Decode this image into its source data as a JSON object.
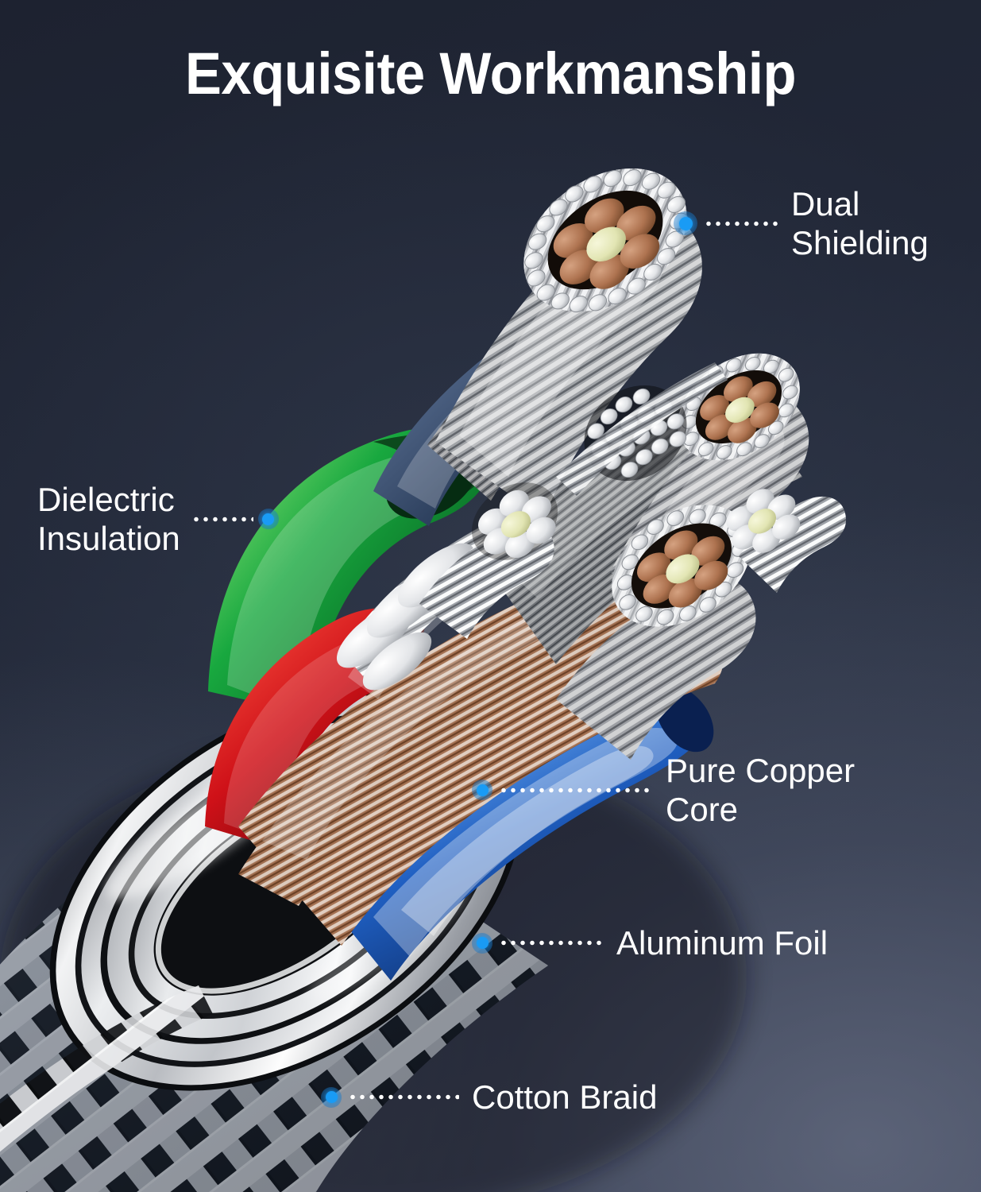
{
  "header": {
    "title": "Exquisite Workmanship"
  },
  "theme": {
    "background_dark": "#1d2230",
    "background_light": "#3b4256",
    "text_color": "#ffffff",
    "marker_color": "#199bf5",
    "marker_halo_color": "#1a78c8",
    "leader_dot_color": "#ffffff"
  },
  "callouts": [
    {
      "id": "dual-shielding",
      "label": "Dual\nShielding",
      "side": "right",
      "marker_color": "#199bf5"
    },
    {
      "id": "dielectric-insulation",
      "label": "Dielectric\nInsulation",
      "side": "left",
      "marker_color": "#199bf5"
    },
    {
      "id": "pure-copper-core",
      "label": "Pure Copper\nCore",
      "side": "right",
      "marker_color": "#199bf5"
    },
    {
      "id": "aluminum-foil",
      "label": "Aluminum Foil",
      "side": "right",
      "marker_color": "#199bf5"
    },
    {
      "id": "cotton-braid",
      "label": "Cotton Braid",
      "side": "right",
      "marker_color": "#199bf5"
    }
  ],
  "artwork": {
    "subject": "cable-cutaway",
    "description": "Cutaway render of a braided cable showing layered construction",
    "materials": {
      "cotton_braid": "#e8e9ea",
      "cotton_braid_dark": "#0b0c0e",
      "aluminum_foil": "#cfd2d6",
      "shield_braid": "#d8dade",
      "copper_core": "#c98f6b",
      "copper_strand_light": "#f2d8c4",
      "core_center": "#e4e6bc",
      "insulation_green": "#22b14c",
      "insulation_red": "#d71920",
      "insulation_blue": "#1c5fc0",
      "insulation_slate": "#3f5572",
      "tin_strand": "#e3e5e8"
    }
  }
}
